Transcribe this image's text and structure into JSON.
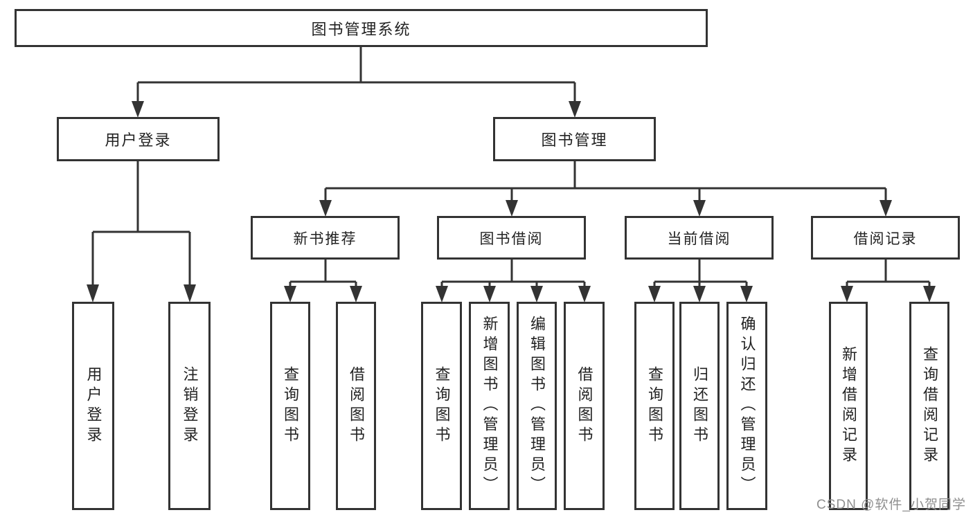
{
  "tree": {
    "root": {
      "label": "图书管理系统"
    },
    "branches": [
      {
        "label": "用户登录",
        "children": [
          {
            "label": "用户登录"
          },
          {
            "label": "注销登录"
          }
        ]
      },
      {
        "label": "图书管理",
        "children": [
          {
            "label": "新书推荐",
            "children": [
              {
                "label": "查询图书"
              },
              {
                "label": "借阅图书"
              }
            ]
          },
          {
            "label": "图书借阅",
            "children": [
              {
                "label": "查询图书"
              },
              {
                "label": "新增图书（管理员）"
              },
              {
                "label": "编辑图书（管理员）"
              },
              {
                "label": "借阅图书"
              }
            ]
          },
          {
            "label": "当前借阅",
            "children": [
              {
                "label": "查询图书"
              },
              {
                "label": "归还图书"
              },
              {
                "label": "确认归还（管理员）"
              }
            ]
          },
          {
            "label": "借阅记录",
            "children": [
              {
                "label": "新增借阅记录"
              },
              {
                "label": "查询借阅记录"
              }
            ]
          }
        ]
      }
    ]
  },
  "watermark": "CSDN @软件_小贺同学",
  "colors": {
    "line": "#333333",
    "text": "#222222",
    "background": "#ffffff",
    "watermark": "#8f8f8f"
  }
}
